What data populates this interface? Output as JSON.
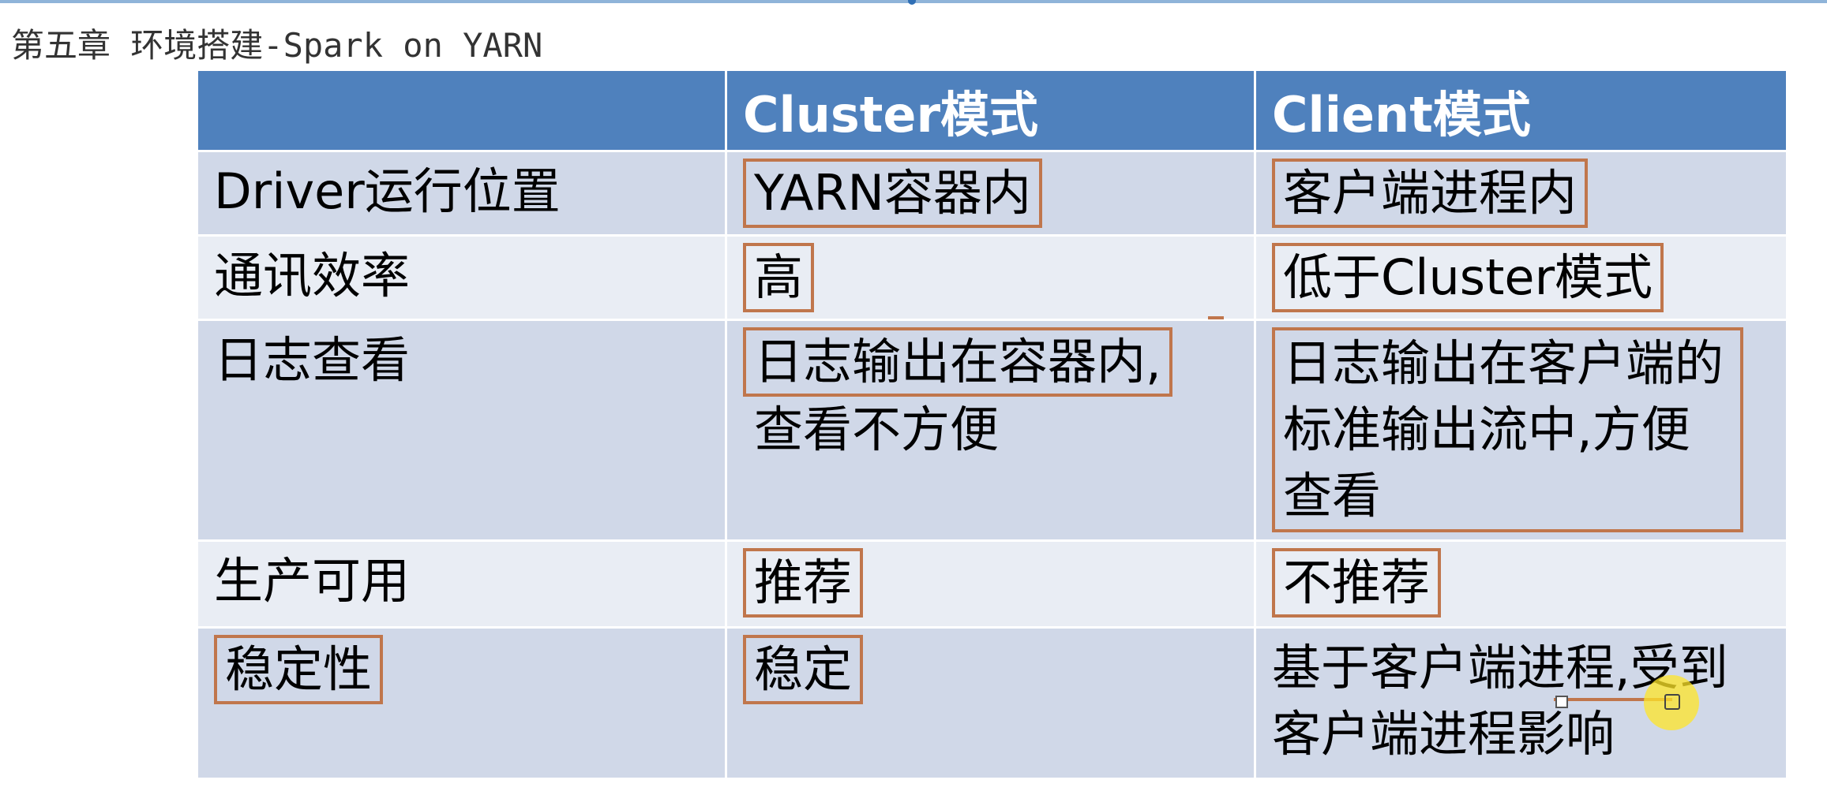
{
  "chapter_title": "第五章 环境搭建-Spark on YARN",
  "table": {
    "headers": [
      "",
      "Cluster模式",
      "Client模式"
    ],
    "rows": [
      {
        "label": "Driver运行位置",
        "cluster": "YARN容器内",
        "client": "客户端进程内"
      },
      {
        "label": "通讯效率",
        "cluster": "高",
        "client": "低于Cluster模式"
      },
      {
        "label": "日志查看",
        "cluster_boxed": "日志输出在容器内,",
        "cluster_rest": "查看不方便",
        "client": "日志输出在客户端的标准输出流中,方便查看"
      },
      {
        "label": "生产可用",
        "cluster": "推荐",
        "client": "不推荐"
      },
      {
        "label": "稳定性",
        "cluster": "稳定",
        "client": "基于客户端进程,受到客户端进程影响"
      }
    ]
  },
  "colors": {
    "header_blue": "#4f81bd",
    "band_dark": "#d0d8e8",
    "band_light": "#e9edf4",
    "highlight_box": "#c0764c",
    "cursor_highlight": "#ffe628"
  },
  "icons": [
    "cursor-highlight-icon"
  ]
}
